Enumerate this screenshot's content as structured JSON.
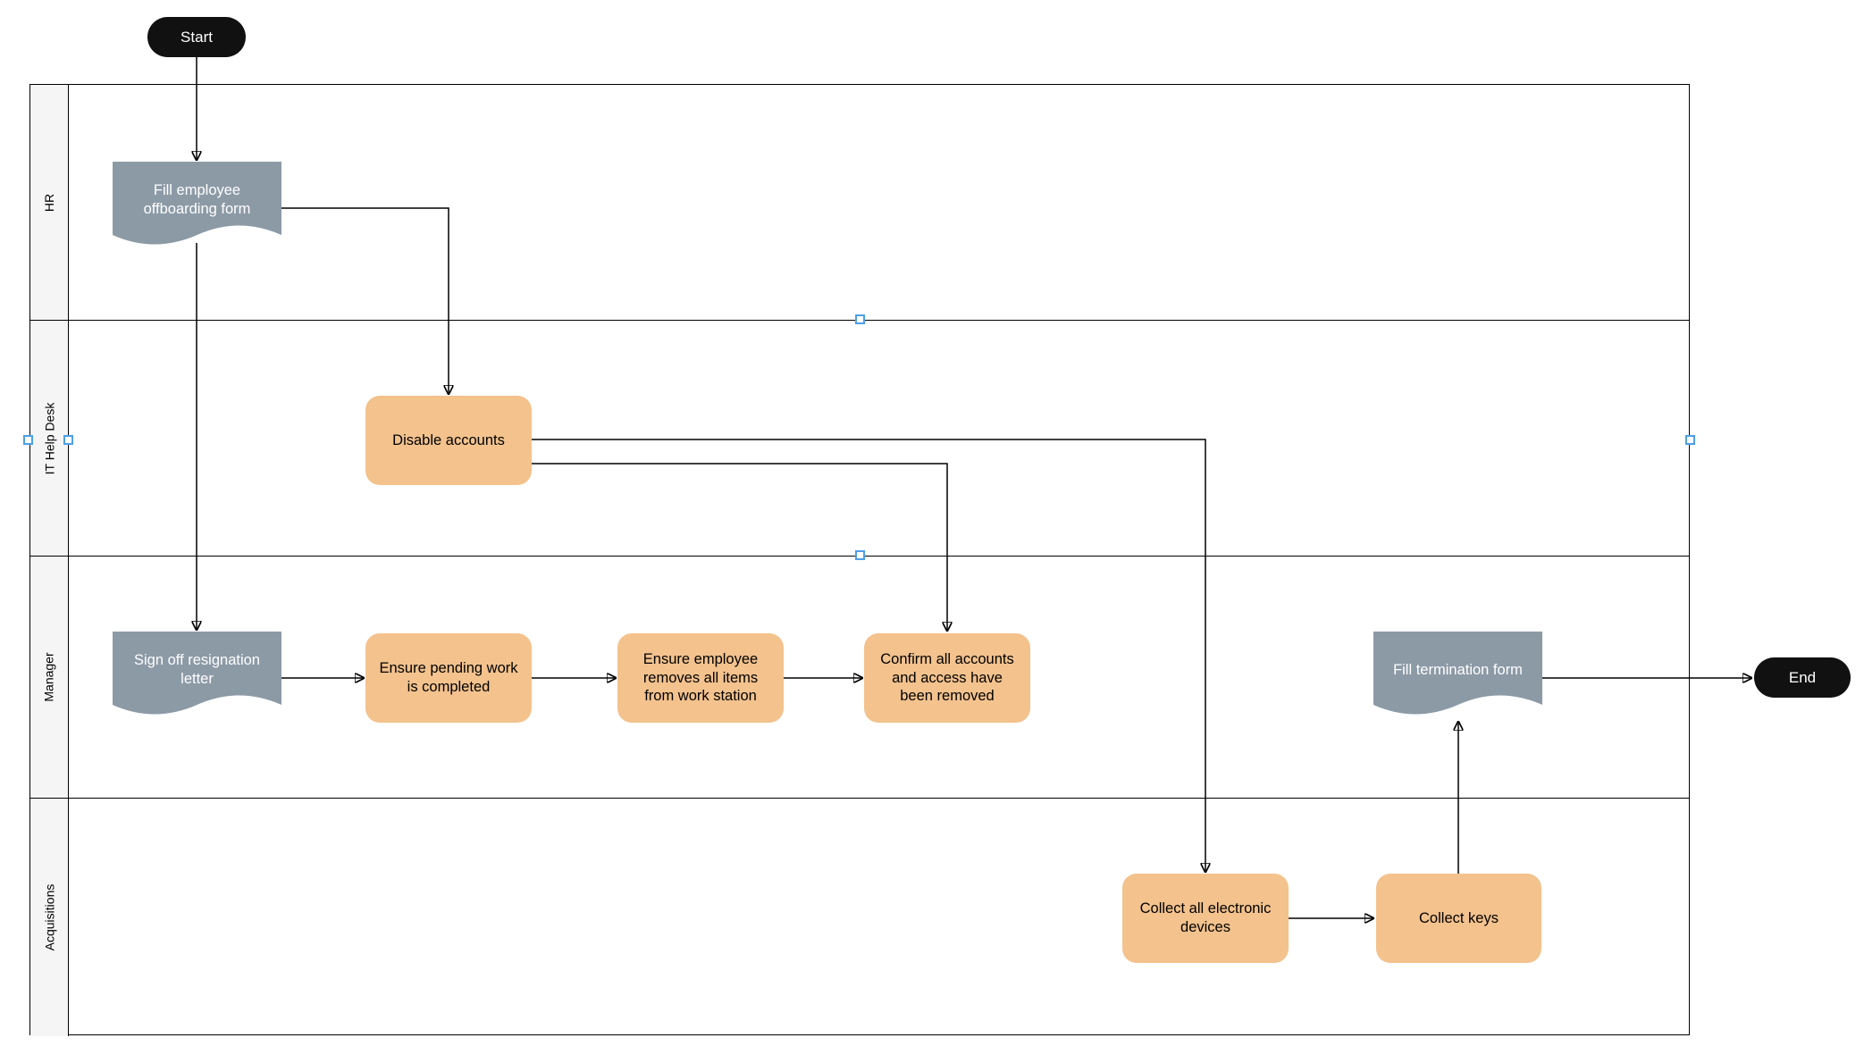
{
  "diagram": {
    "description": "Employee offboarding swimlane flowchart"
  },
  "lanes": [
    {
      "label": "HR"
    },
    {
      "label": "IT Help Desk"
    },
    {
      "label": "Manager"
    },
    {
      "label": "Acquisitions"
    }
  ],
  "nodes": {
    "start": {
      "label": "Start",
      "type": "terminal"
    },
    "end": {
      "label": "End",
      "type": "terminal"
    },
    "fill_offboarding_form": {
      "label": "Fill employee offboarding form",
      "type": "document",
      "lane": "HR"
    },
    "disable_accounts": {
      "label": "Disable accounts",
      "type": "task",
      "lane": "IT Help Desk"
    },
    "sign_off_letter": {
      "label": "Sign off resignation letter",
      "type": "document",
      "lane": "Manager"
    },
    "ensure_pending_work": {
      "label": "Ensure pending work is completed",
      "type": "task",
      "lane": "Manager"
    },
    "ensure_removes_items": {
      "label": "Ensure employee removes all items from work station",
      "type": "task",
      "lane": "Manager"
    },
    "confirm_accounts_removed": {
      "label": "Confirm all accounts and access have been removed",
      "type": "task",
      "lane": "Manager"
    },
    "fill_termination_form": {
      "label": "Fill termination form",
      "type": "document",
      "lane": "Manager"
    },
    "collect_devices": {
      "label": "Collect all electronic devices",
      "type": "task",
      "lane": "Acquisitions"
    },
    "collect_keys": {
      "label": "Collect keys",
      "type": "task",
      "lane": "Acquisitions"
    }
  },
  "edges": [
    {
      "from": "start",
      "to": "fill_offboarding_form"
    },
    {
      "from": "fill_offboarding_form",
      "to": "disable_accounts"
    },
    {
      "from": "fill_offboarding_form",
      "to": "sign_off_letter"
    },
    {
      "from": "disable_accounts",
      "to": "collect_devices"
    },
    {
      "from": "disable_accounts",
      "to": "confirm_accounts_removed"
    },
    {
      "from": "sign_off_letter",
      "to": "ensure_pending_work"
    },
    {
      "from": "ensure_pending_work",
      "to": "ensure_removes_items"
    },
    {
      "from": "ensure_removes_items",
      "to": "confirm_accounts_removed"
    },
    {
      "from": "collect_devices",
      "to": "collect_keys"
    },
    {
      "from": "collect_keys",
      "to": "fill_termination_form"
    },
    {
      "from": "fill_termination_form",
      "to": "end"
    }
  ],
  "colors": {
    "task_fill": "#f3c28d",
    "document_fill": "#8c9aa6",
    "terminal_fill": "#111111",
    "lane_label_bg": "#f5f5f5",
    "edge_stroke": "#000000",
    "selection_handle": "#4d9fe8"
  }
}
